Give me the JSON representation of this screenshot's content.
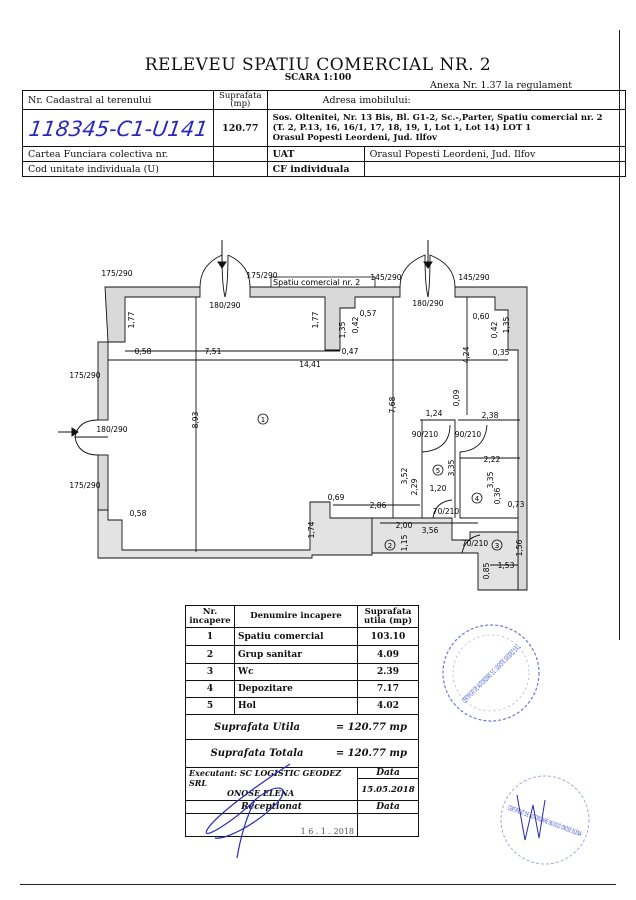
{
  "document": {
    "title": "RELEVEU SPATIU COMERCIAL NR. 2",
    "scale": "SCARA 1:100",
    "annex": "Anexa Nr. 1.37 la regulament"
  },
  "header_table": {
    "cadastral_label": "Nr. Cadastral al terenului",
    "area_label": "Suprafata (mp)",
    "address_label": "Adresa imobilului:",
    "cadastral_value": "118345-C1-U141",
    "area_value": "120.77",
    "address_lines": [
      "Sos. Oltenitei, Nr. 13 Bis, Bl. G1-2, Sc.-,Parter, Spatiu comercial nr. 2",
      "(T. 2, P.13, 16, 16/1, 17, 18, 19, 1, Lot 1, Lot 14) LOT 1",
      "Orasul Popesti Leordeni, Jud. Ilfov"
    ],
    "carte_funciara_label": "Cartea Funciara colectiva nr.",
    "uat_label": "UAT",
    "uat_value": "Orasul Popesti Leordeni, Jud. Ilfov",
    "cod_unitate_label": "Cod unitate individuala (U)",
    "cf_individuala_label": "CF individuala"
  },
  "plan": {
    "unit_label": "Spatiu comercial nr. 2",
    "openings": [
      "175/290",
      "180/290",
      "175/290",
      "145/290",
      "180/290",
      "145/290",
      "175/290",
      "180/290",
      "175/290",
      "90/210",
      "90/210",
      "70/210",
      "70/210"
    ],
    "dimensions": [
      "1,77",
      "1,77",
      "1,35",
      "0,42",
      "0,57",
      "0,58",
      "7,51",
      "0,47",
      "14,41",
      "4,24",
      "0,60",
      "0,42",
      "1,35",
      "0,35",
      "8,93",
      "7,68",
      "0,09",
      "1,24",
      "2,38",
      "2,22",
      "3,52",
      "2,29",
      "3,35",
      "1,20",
      "3,35",
      "0,36",
      "0,73",
      "0,69",
      "2,86",
      "1,74",
      "2,00",
      "3,56",
      "1,15",
      "1,56",
      "0,85",
      "1,53",
      "0,58"
    ],
    "room_numbers": [
      "1",
      "2",
      "3",
      "4",
      "5"
    ]
  },
  "rooms_table": {
    "headers": [
      "Nr. incapere",
      "Denumire incapere",
      "Suprafata utila (mp)"
    ],
    "rows": [
      {
        "nr": "1",
        "name": "Spatiu comercial",
        "area": "103.10"
      },
      {
        "nr": "2",
        "name": "Grup sanitar",
        "area": "4.09"
      },
      {
        "nr": "3",
        "name": "Wc",
        "area": "2.39"
      },
      {
        "nr": "4",
        "name": "Depozitare",
        "area": "7.17"
      },
      {
        "nr": "5",
        "name": "Hol",
        "area": "4.02"
      }
    ],
    "useful_label": "Suprafata Utila",
    "useful_value": "= 120.77 mp",
    "total_label": "Suprafata Totala",
    "total_value": "= 120.77 mp",
    "executant_label": "Executant: SC LOGISTIC GEODEZ SRL",
    "executant_name": "ONOSE ELENA",
    "date_label": "Data",
    "date_value": "15.05.2018",
    "reception_label": "Receptionat",
    "reception_date_label": "Data",
    "reception_stamp_date": "1 6 . 1 . 2018"
  },
  "stamps": {
    "company_stamp": "CERTIFICAT DE AUTORIZARE S.C. LOGISTIC GEODEZ S.R.L.",
    "person_stamp": "CERTIFICAT DE AUTORIZARE 06/2010 ONOSE ELENA"
  },
  "colors": {
    "ink": "#111111",
    "stamp_blue": "#3a4fc8",
    "wall_fill": "#d9d9d9",
    "signature": "#2a2ab8"
  }
}
